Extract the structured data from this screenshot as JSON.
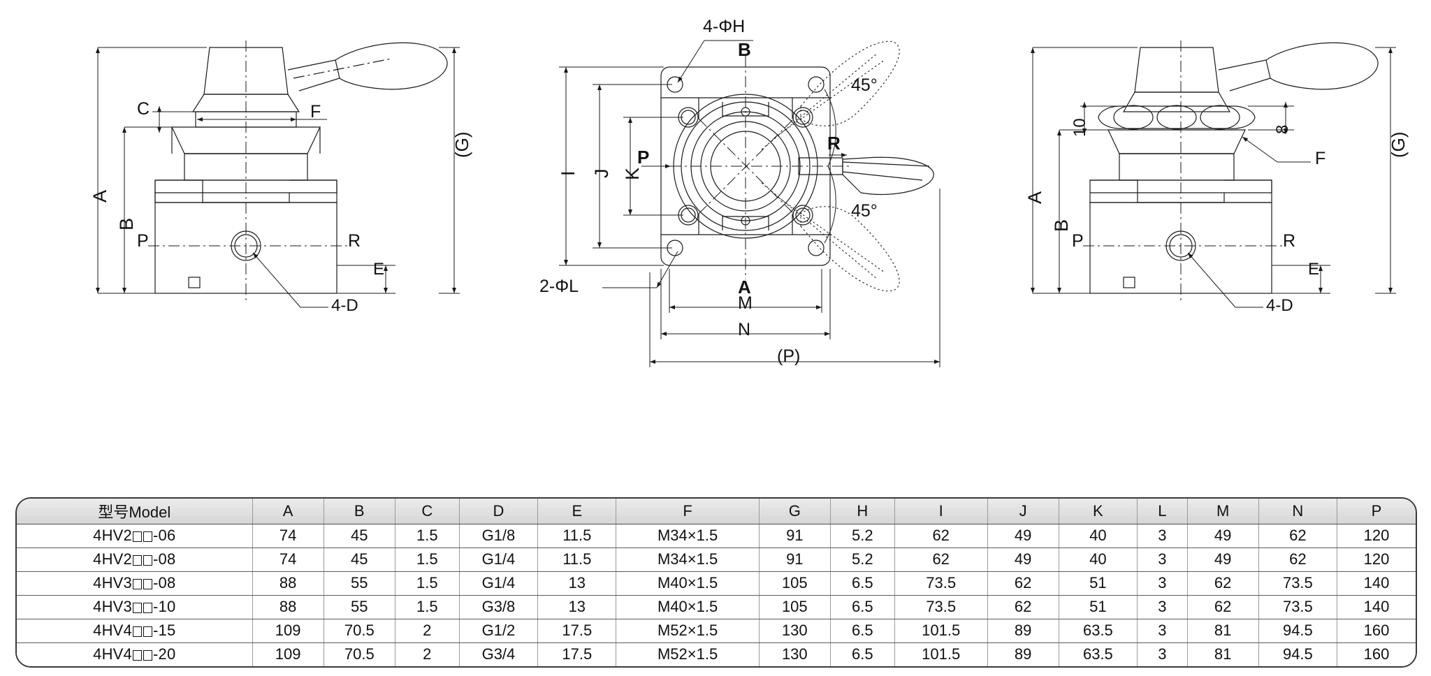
{
  "views": {
    "front": {
      "name": "front-view",
      "labels": {
        "A": "A",
        "B": "B",
        "C": "C",
        "E": "E",
        "F": "F",
        "P": "P",
        "R": "R",
        "G": "(G)",
        "callout_4d": "4-D"
      }
    },
    "top": {
      "name": "top-view",
      "labels": {
        "I": "I",
        "J": "J",
        "K": "K",
        "P": "P",
        "R": "R",
        "A": "A",
        "B": "B",
        "M": "M",
        "N": "N",
        "P_overall": "(P)",
        "holes_h": "4-ΦH",
        "holes_l": "2-ΦL",
        "angle_top": "45°",
        "angle_bottom": "45°"
      }
    },
    "side": {
      "name": "side-view",
      "labels": {
        "A": "A",
        "B": "B",
        "E": "E",
        "F": "F",
        "P": "P",
        "R": "R",
        "G": "(G)",
        "d10": "10",
        "d8": "8",
        "callout_4d": "4-D"
      }
    }
  },
  "spec_table": {
    "name": "model-dimension-table",
    "columns": [
      "型号Model",
      "A",
      "B",
      "C",
      "D",
      "E",
      "F",
      "G",
      "H",
      "I",
      "J",
      "K",
      "L",
      "M",
      "N",
      "P"
    ],
    "rows": [
      {
        "model_prefix": "4HV2",
        "model_suffix": "-06",
        "cells": [
          "74",
          "45",
          "1.5",
          "G1/8",
          "11.5",
          "M34×1.5",
          "91",
          "5.2",
          "62",
          "49",
          "40",
          "3",
          "49",
          "62",
          "120"
        ]
      },
      {
        "model_prefix": "4HV2",
        "model_suffix": "-08",
        "cells": [
          "74",
          "45",
          "1.5",
          "G1/4",
          "11.5",
          "M34×1.5",
          "91",
          "5.2",
          "62",
          "49",
          "40",
          "3",
          "49",
          "62",
          "120"
        ]
      },
      {
        "model_prefix": "4HV3",
        "model_suffix": "-08",
        "cells": [
          "88",
          "55",
          "1.5",
          "G1/4",
          "13",
          "M40×1.5",
          "105",
          "6.5",
          "73.5",
          "62",
          "51",
          "3",
          "62",
          "73.5",
          "140"
        ]
      },
      {
        "model_prefix": "4HV3",
        "model_suffix": "-10",
        "cells": [
          "88",
          "55",
          "1.5",
          "G3/8",
          "13",
          "M40×1.5",
          "105",
          "6.5",
          "73.5",
          "62",
          "51",
          "3",
          "62",
          "73.5",
          "140"
        ]
      },
      {
        "model_prefix": "4HV4",
        "model_suffix": "-15",
        "cells": [
          "109",
          "70.5",
          "2",
          "G1/2",
          "17.5",
          "M52×1.5",
          "130",
          "6.5",
          "101.5",
          "89",
          "63.5",
          "3",
          "81",
          "94.5",
          "160"
        ]
      },
      {
        "model_prefix": "4HV4",
        "model_suffix": "-20",
        "cells": [
          "109",
          "70.5",
          "2",
          "G3/4",
          "17.5",
          "M52×1.5",
          "130",
          "6.5",
          "101.5",
          "89",
          "63.5",
          "3",
          "81",
          "94.5",
          "160"
        ]
      }
    ]
  },
  "colors": {
    "line": "#1a1a1a",
    "header_bg": "#e3e3e3",
    "border": "#3a3a3a"
  }
}
